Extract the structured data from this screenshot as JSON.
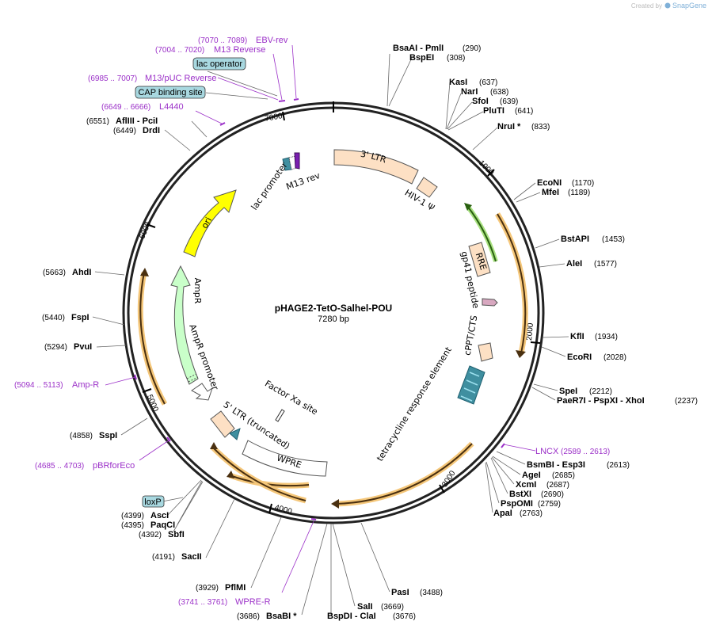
{
  "plasmid": {
    "name": "pHAGE2-TetO-Salhel-POU",
    "length": 7280,
    "length_label": "7280 bp"
  },
  "watermark": {
    "prefix": "Created by",
    "brand": "SnapGene"
  },
  "colors": {
    "primer": "#9b30c8",
    "ltr": "#fde0c4",
    "ori": "#ffff00",
    "amp": "#c9ffc9",
    "rre": "#fde0c4",
    "misc_box": "#a8d8e0",
    "arrow_outline": "#f5b553"
  },
  "ticks": [
    "1000",
    "2000",
    "3000",
    "4000",
    "5000",
    "6000",
    "7000"
  ],
  "sites": [
    {
      "id": "bsaai",
      "name": "BsaAI - PmlI",
      "pos": "(290)"
    },
    {
      "id": "bspei",
      "name": "BspEI",
      "pos": "(308)"
    },
    {
      "id": "kasi",
      "name": "KasI",
      "pos": "(637)"
    },
    {
      "id": "nari",
      "name": "NarI",
      "pos": "(638)"
    },
    {
      "id": "sfoi",
      "name": "SfoI",
      "pos": "(639)"
    },
    {
      "id": "pluti",
      "name": "PluTI",
      "pos": "(641)"
    },
    {
      "id": "nrui",
      "name": "NruI *",
      "pos": "(833)"
    },
    {
      "id": "econi",
      "name": "EcoNI",
      "pos": "(1170)"
    },
    {
      "id": "mfei",
      "name": "MfeI",
      "pos": "(1189)"
    },
    {
      "id": "bstapi",
      "name": "BstAPI",
      "pos": "(1453)"
    },
    {
      "id": "alei",
      "name": "AleI",
      "pos": "(1577)"
    },
    {
      "id": "kfli",
      "name": "KflI",
      "pos": "(1934)"
    },
    {
      "id": "ecori",
      "name": "EcoRI",
      "pos": "(2028)"
    },
    {
      "id": "spei",
      "name": "SpeI",
      "pos": "(2212)"
    },
    {
      "id": "paer7i",
      "name": "PaeR7I - PspXI - XhoI",
      "pos": "(2237)"
    },
    {
      "id": "bsmbi",
      "name": "BsmBI - Esp3I",
      "pos": "(2613)"
    },
    {
      "id": "agei",
      "name": "AgeI",
      "pos": "(2685)"
    },
    {
      "id": "xcmi",
      "name": "XcmI",
      "pos": "(2687)"
    },
    {
      "id": "bstxi",
      "name": "BstXI",
      "pos": "(2690)"
    },
    {
      "id": "pspomi",
      "name": "PspOMI",
      "pos": "(2759)"
    },
    {
      "id": "apai",
      "name": "ApaI",
      "pos": "(2763)"
    },
    {
      "id": "pasi",
      "name": "PasI",
      "pos": "(3488)"
    },
    {
      "id": "sali",
      "name": "SalI",
      "pos": "(3669)"
    },
    {
      "id": "bspdi",
      "name": "BspDI - ClaI",
      "pos": "(3676)"
    },
    {
      "id": "bsabi",
      "name": "BsaBI *",
      "pos": "(3686)"
    },
    {
      "id": "pflmi",
      "name": "PflMI",
      "pos": "(3929)"
    },
    {
      "id": "sacii",
      "name": "SacII",
      "pos": "(4191)"
    },
    {
      "id": "sbfi",
      "name": "SbfI",
      "pos": "(4392)"
    },
    {
      "id": "paqci",
      "name": "PaqCI",
      "pos": "(4395)"
    },
    {
      "id": "asci",
      "name": "AscI",
      "pos": "(4399)"
    },
    {
      "id": "sspi",
      "name": "SspI",
      "pos": "(4858)"
    },
    {
      "id": "pvui",
      "name": "PvuI",
      "pos": "(5294)"
    },
    {
      "id": "fspi",
      "name": "FspI",
      "pos": "(5440)"
    },
    {
      "id": "ahdi",
      "name": "AhdI",
      "pos": "(5663)"
    },
    {
      "id": "drdi",
      "name": "DrdI",
      "pos": "(6449)"
    },
    {
      "id": "afliii",
      "name": "AflIII - PciI",
      "pos": "(6551)"
    }
  ],
  "primers": [
    {
      "id": "ebv-rev",
      "name": "EBV-rev",
      "range": "(7070 .. 7089)"
    },
    {
      "id": "m13-reverse",
      "name": "M13 Reverse",
      "range": "(7004 .. 7020)"
    },
    {
      "id": "m13-puc-reverse",
      "name": "M13/pUC Reverse",
      "range": "(6985 .. 7007)"
    },
    {
      "id": "l4440",
      "name": "L4440",
      "range": "(6649 .. 6666)"
    },
    {
      "id": "lncx",
      "name": "LNCX",
      "range": "(2589 .. 2613)"
    },
    {
      "id": "wpre-r",
      "name": "WPRE-R",
      "range": "(3741 .. 3761)"
    },
    {
      "id": "pbrforeco",
      "name": "pBRforEco",
      "range": "(4685 .. 4703)"
    },
    {
      "id": "amp-r",
      "name": "Amp-R",
      "range": "(5094 .. 5113)"
    }
  ],
  "boxed_features": {
    "lac_operator": "lac operator",
    "cap_binding_site": "CAP binding site",
    "loxp": "loxP"
  },
  "features": {
    "ltr3": "3' LTR",
    "hiv_psi": "HIV-1 Ψ",
    "rre": "RRE",
    "gp41": "gp41 peptide",
    "cppt": "cPPT/CTS",
    "tre": "tetracycline response element",
    "factor_xa": "Factor Xa site",
    "wpre": "WPRE",
    "ltr5": "5' LTR (truncated)",
    "ampr_promoter": "AmpR promoter",
    "ampr": "AmpR",
    "ori": "ori",
    "lac_promoter": "lac promoter",
    "m13_rev": "M13 rev"
  }
}
